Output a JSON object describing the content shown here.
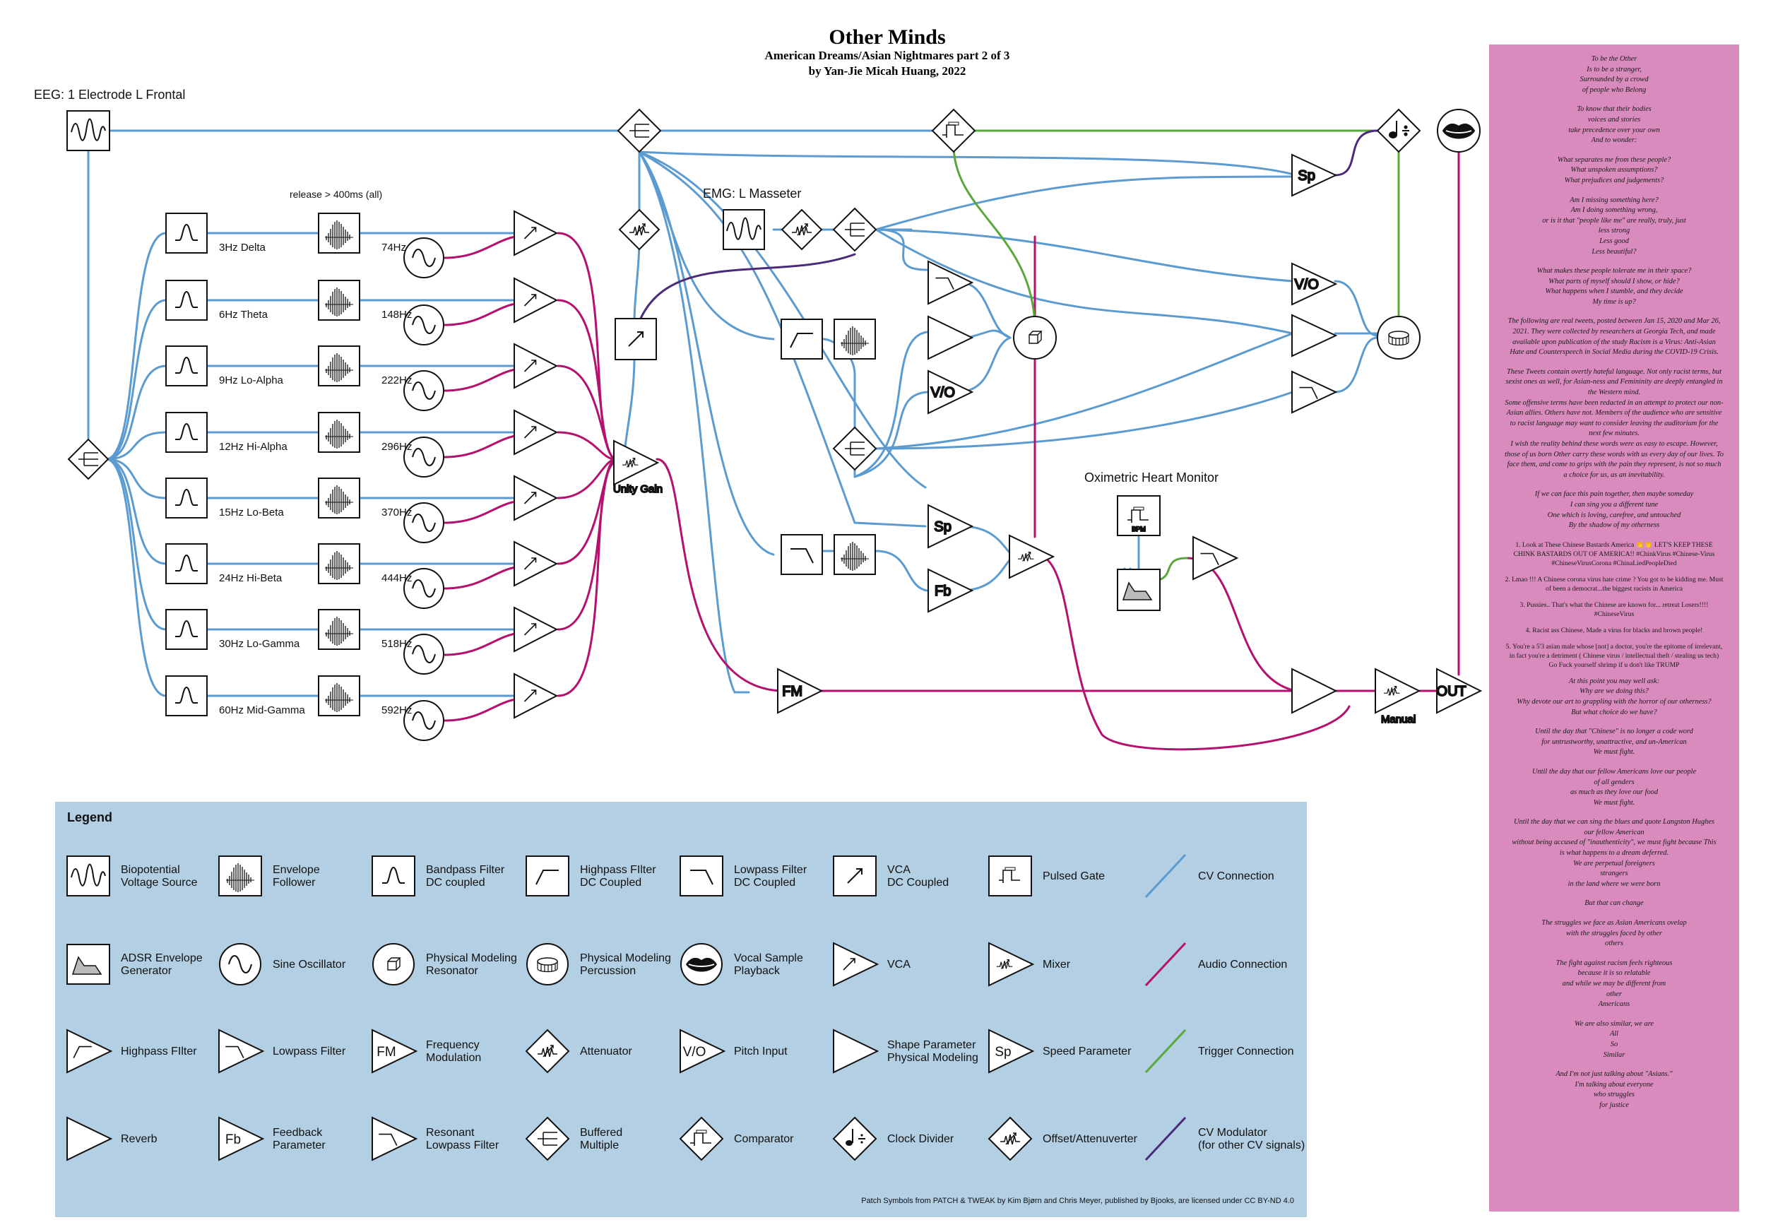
{
  "header": {
    "title": "Other Minds",
    "subtitle": "American Dreams/Asian Nightmares part 2 of 3",
    "byline": "by Yan-Jie Micah Huang, 2022"
  },
  "sections": {
    "eeg": "EEG: 1 Electrode L Frontal",
    "emg": "EMG: L Masseter",
    "oximetric": "Oximetric Heart Monitor",
    "release": "release > 400ms (all)"
  },
  "bands": [
    {
      "label": "3Hz Delta",
      "freq": "74Hz"
    },
    {
      "label": "6Hz Theta",
      "freq": "148Hz"
    },
    {
      "label": "9Hz Lo-Alpha",
      "freq": "222Hz"
    },
    {
      "label": "12Hz Hi-Alpha",
      "freq": "296Hz"
    },
    {
      "label": "15Hz Lo-Beta",
      "freq": "370Hz"
    },
    {
      "label": "24Hz Hi-Beta",
      "freq": "444Hz"
    },
    {
      "label": "30Hz Lo-Gamma",
      "freq": "518Hz"
    },
    {
      "label": "60Hz Mid-Gamma",
      "freq": "592Hz"
    }
  ],
  "module_labels": {
    "unity_gain": "Unity Gain",
    "manual": "Manual",
    "out": "OUT",
    "fm": "FM",
    "sp": "Sp",
    "fb": "Fb",
    "vo": "V/O",
    "bpm": "BPM"
  },
  "legend": {
    "title": "Legend",
    "items": [
      {
        "icon": "biopotential-icon",
        "label": "Biopotential\nVoltage Source"
      },
      {
        "icon": "envelope-follower-icon",
        "label": "Envelope\nFollower"
      },
      {
        "icon": "bandpass-icon",
        "label": "Bandpass Filter\nDC coupled"
      },
      {
        "icon": "highpass-dc-icon",
        "label": "Highpass FIlter\nDC Coupled"
      },
      {
        "icon": "lowpass-dc-icon",
        "label": "Lowpass Filter\nDC Coupled"
      },
      {
        "icon": "vca-dc-icon",
        "label": "VCA\nDC Coupled"
      },
      {
        "icon": "pulsed-gate-icon",
        "label": "Pulsed Gate"
      },
      {
        "icon": "cv-connection-icon",
        "label": "CV Connection"
      },
      {
        "icon": "adsr-icon",
        "label": "ADSR Envelope\nGenerator"
      },
      {
        "icon": "sine-oscillator-icon",
        "label": "Sine Oscillator"
      },
      {
        "icon": "resonator-icon",
        "label": "Physical Modeling\nResonator"
      },
      {
        "icon": "percussion-icon",
        "label": "Physical Modeling\nPercussion"
      },
      {
        "icon": "vocal-sample-icon",
        "label": "Vocal Sample\nPlayback"
      },
      {
        "icon": "vca-icon",
        "label": "VCA"
      },
      {
        "icon": "mixer-icon",
        "label": "Mixer"
      },
      {
        "icon": "audio-connection-icon",
        "label": "Audio Connection"
      },
      {
        "icon": "highpass-icon",
        "label": "Highpass FIlter"
      },
      {
        "icon": "lowpass-icon",
        "label": "Lowpass Filter"
      },
      {
        "icon": "fm-icon",
        "label": "Frequency\nModulation"
      },
      {
        "icon": "attenuator-icon",
        "label": "Attenuator"
      },
      {
        "icon": "pitch-input-icon",
        "label": "Pitch Input"
      },
      {
        "icon": "shape-parameter-icon",
        "label": "Shape Parameter\nPhysical Modeling"
      },
      {
        "icon": "speed-parameter-icon",
        "label": "Speed Parameter"
      },
      {
        "icon": "trigger-connection-icon",
        "label": "Trigger Connection"
      },
      {
        "icon": "reverb-icon",
        "label": "Reverb"
      },
      {
        "icon": "feedback-icon",
        "label": "Feedback\nParameter"
      },
      {
        "icon": "resonant-lowpass-icon",
        "label": "Resonant\nLowpass Filter"
      },
      {
        "icon": "buffered-multiple-icon",
        "label": "Buffered\nMultiple"
      },
      {
        "icon": "comparator-icon",
        "label": "Comparator"
      },
      {
        "icon": "clock-divider-icon",
        "label": "Clock Divider"
      },
      {
        "icon": "offset-attenuverter-icon",
        "label": "Offset/Attenuverter"
      },
      {
        "icon": "cv-modulator-icon",
        "label": "CV Modulator\n(for other CV signals)"
      }
    ],
    "credit": "Patch Symbols from PATCH & TWEAK by Kim Bjørn and Chris Meyer, published by Bjooks, are licensed under CC BY-ND 4.0"
  },
  "colors": {
    "cv": "#5b9bd0",
    "audio": "#b5106e",
    "trigger": "#5aa83c",
    "cv_modulator": "#4b2a7a",
    "legend_bg": "#b3cfe3",
    "poem_bg": "#d98bbd"
  },
  "poem": {
    "stanzas_before": [
      "To be the Other\nIs to be a stranger,\nSurrounded by a crowd\nof people who Belong",
      "To know that their bodies\nvoices and stories\ntake precedence over your own\nAnd to wonder:",
      "What separates me from these people?\nWhat unspoken assumptions?\nWhat prejudices and judgements?",
      "Am I missing something here?\nAm I doing something wrong,\nor is it that \"people like me\" are really, truly, just\nless strong\nLess good\nLess beautiful?",
      "What makes these people tolerate me in their space?\nWhat parts of myself should I show, or hide?\nWhat happens when I stumble, and they decide\nMy time is up?",
      "The following are real tweets, posted between Jan 15, 2020 and Mar 26, 2021. They were collected by researchers at Georgia Tech, and made available upon publication of the study Racism is a Virus: Anti-Asian Hate and Counterspeech in Social Media during the COVID-19 Crisis.",
      "These Tweets contain overtly hateful language. Not only racist terms, but sexist ones as well, for Asian-ness and Femininity are deeply entangled in the Western mind.\nSome offensive terms have been redacted in an attempt to protect our non-Asian allies. Others have not.  Members of the audience who are sensitive to racist language may want to consider leaving the auditorium for the next few minutes.\nI wish the reality behind these words were as easy to escape. However, those of us born Other carry these words with us every day of our lives. To face them, and come to grips with the pain they represent, is not so much a choice for us, as an inevitability.",
      "If we can face this pain together, then maybe someday\nI can sing you a different tune\nOne which is loving, carefree, and untouched\nBy the shadow of my otherness"
    ],
    "tweets": [
      "1.          Look at These Chinese Bastards America 👏👏 LET'S KEEP THESE CHINK BASTARDS OUT OF AMERICA!! #ChinkVirus #Chinese-Virus #ChineseVirusCorona #ChinaLiedPeopleDied",
      "2.          Lmao !!! A Chinese corona virus hate crime ?  You got to be kidding me. Must of been a democrat...the biggest racists in America",
      "3.          Pussies.. That's what the Chinese are known for... retreat Losers!!!! #ChineseVirus",
      "4.          Racist ass Chinese, Made a virus for blacks and brown people!",
      "5.          You're a 5'3 asian male whose [not] a doctor, you're the epitome of irrelevant, in fact you're a detriment ( Chinese virus / intellectual theft / stealing us tech) Go Fuck yourself shrimp if u don't like TRUMP"
    ],
    "stanzas_after": [
      "At this point you may well ask:\nWhy are we doing this?\nWhy devote our art to grappling with the horror of our otherness?\nBut what choice do we have?",
      "Until the day that \"Chinese\" is no longer a code word\nfor untrustworthy, unattractive, and un-American\nWe must fight.",
      "Until the day that our fellow Americans love our people\nof all genders\nas much as they love our food\nWe must fight.",
      "Until the day that we can sing the blues and quote Langston Hughes\nour fellow American\nwithout being accused of \"inauthenticity\", we must fight because This\nis what happens to a dream deferred.\nWe are perpetual foreigners\nstrangers\nin the land where we were born",
      "But that can change",
      "The struggles we face as Asian Americans ovelap\nwith the struggles faced by other\nothers",
      "The fight against racism feels righteous\nbecause it is so relatable\nand while we may be different from\nother\nAmericans",
      "We are also similar, we are\nAll\nSo\nSimilar",
      "And I'm not just talking about \"Asians.\"\nI'm talking about everyone\nwho struggles\nfor justice"
    ]
  }
}
